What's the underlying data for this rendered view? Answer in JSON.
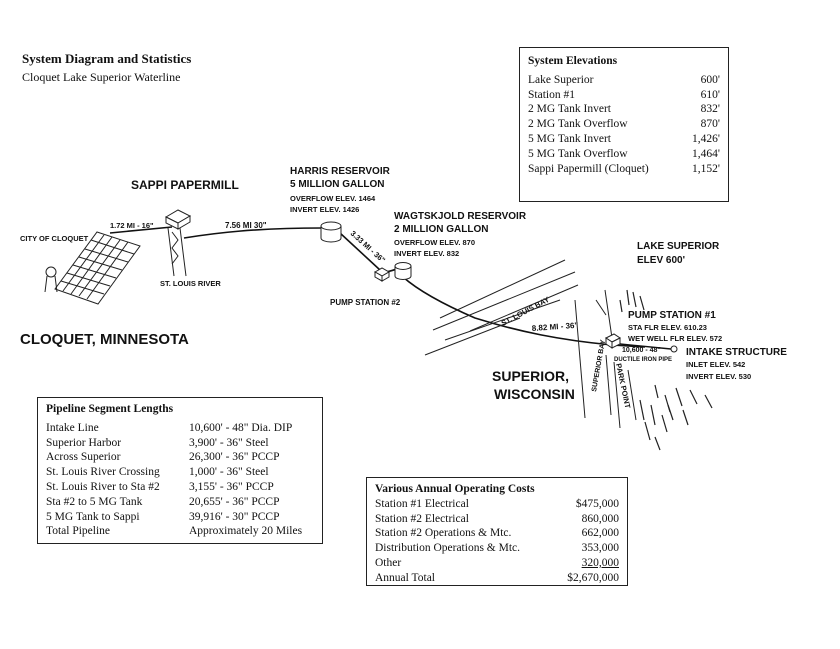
{
  "header": {
    "title": "System Diagram and Statistics",
    "subtitle": "Cloquet Lake Superior Waterline"
  },
  "diagram": {
    "city_of_cloquet": "CITY OF CLOQUET",
    "cloquet_minnesota": "CLOQUET, MINNESOTA",
    "sappi_papermill": "SAPPI PAPERMILL",
    "st_louis_river": "ST. LOUIS RIVER",
    "seg_cloquet": "1.72 MI - 16\"",
    "seg_sappi_harris": "7.56 MI 30\"",
    "harris_line1": "HARRIS RESERVOIR",
    "harris_line2": "5 MILLION GALLON",
    "harris_overflow": "OVERFLOW ELEV. 1464",
    "harris_invert": "INVERT ELEV. 1426",
    "seg_harris_pump2": "3.33 MI - 36\"",
    "pump_station_2": "PUMP STATION #2",
    "wag_line1": "WAGTSKJOLD RESERVOIR",
    "wag_line2": "2 MILLION GALLON",
    "wag_overflow": "OVERFLOW ELEV. 870",
    "wag_invert": "INVERT ELEV. 832",
    "lake_superior": "LAKE SUPERIOR",
    "lake_elev": "ELEV 600'",
    "st_louis_bay": "ST. LOUIS BAY",
    "seg_superior": "8.82 MI - 36\"",
    "superior_bay": "SUPERIOR BAY",
    "superior_line1": "SUPERIOR,",
    "superior_line2": "WISCONSIN",
    "park_point": "PARK POINT",
    "pump1_title": "PUMP STATION #1",
    "pump1_floor": "STA FLR ELEV. 610.23",
    "pump1_wetwell": "WET WELL FLR ELEV. 572",
    "seg_intake": "10,600 - 48\"",
    "ductile_iron": "DUCTILE IRON PIPE",
    "intake_title": "INTAKE STRUCTURE",
    "intake_inlet": "INLET ELEV. 542",
    "intake_invert": "INVERT ELEV. 530"
  },
  "elevations": {
    "title": "System Elevations",
    "rows": [
      {
        "label": "Lake Superior",
        "value": "600'"
      },
      {
        "label": "Station #1",
        "value": "610'"
      },
      {
        "label": "2 MG Tank Invert",
        "value": "832'"
      },
      {
        "label": "2 MG Tank Overflow",
        "value": "870'"
      },
      {
        "label": "5 MG Tank Invert",
        "value": "1,426'"
      },
      {
        "label": "5 MG Tank Overflow",
        "value": "1,464'"
      },
      {
        "label": "Sappi Papermill (Cloquet)",
        "value": "1,152'"
      }
    ]
  },
  "pipeline": {
    "title": "Pipeline Segment Lengths",
    "rows": [
      {
        "label": "Intake Line",
        "value": "10,600' - 48\" Dia. DIP"
      },
      {
        "label": "Superior Harbor",
        "value": "3,900' - 36\" Steel"
      },
      {
        "label": "Across Superior",
        "value": "26,300' - 36\" PCCP"
      },
      {
        "label": "St. Louis River Crossing",
        "value": "1,000' - 36\" Steel"
      },
      {
        "label": "St. Louis River to Sta #2",
        "value": "3,155' - 36\" PCCP"
      },
      {
        "label": "Sta #2 to 5 MG Tank",
        "value": "20,655' - 36\" PCCP"
      },
      {
        "label": "5 MG Tank to Sappi",
        "value": "39,916' - 30\" PCCP"
      },
      {
        "label": "Total Pipeline",
        "value": "Approximately 20 Miles"
      }
    ]
  },
  "costs": {
    "title": "Various Annual Operating Costs",
    "rows": [
      {
        "label": "Station #1 Electrical",
        "value": "$475,000"
      },
      {
        "label": "Station #2 Electrical",
        "value": "860,000"
      },
      {
        "label": "Station #2 Operations & Mtc.",
        "value": "662,000"
      },
      {
        "label": "Distribution Operations & Mtc.",
        "value": "353,000"
      },
      {
        "label": "Other",
        "value": "320,000"
      },
      {
        "label": "Annual Total",
        "value": "$2,670,000"
      }
    ]
  }
}
